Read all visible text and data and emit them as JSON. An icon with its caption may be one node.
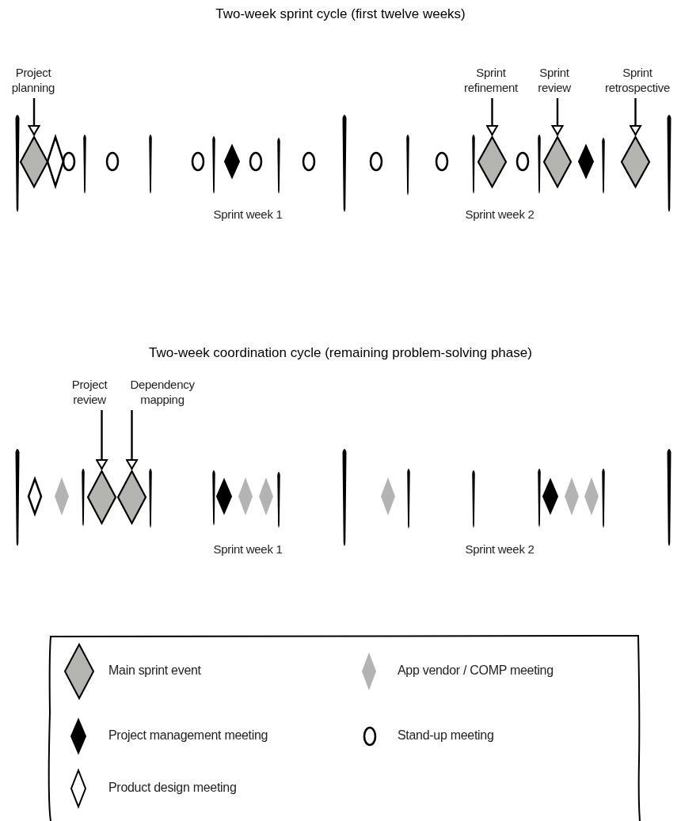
{
  "diagram": {
    "title": "Two-week sprint cycle (first twelve weeks)",
    "nodes": [
      {
        "text": [
          "Project planning"
        ]
      },
      {
        "text": [],
        "shape": "diamond"
      },
      {
        "text": [
          "Sprint refinement"
        ]
      },
      {
        "text": [],
        "shape": "diamond"
      },
      {
        "text": [
          "Sprint review"
        ]
      },
      {
        "text": [],
        "shape": "diamond"
      },
      {
        "text": [
          "Sprint retrospective"
        ]
      },
      {
        "text": [],
        "shape": "diamond"
      },
      {
        "text": [
          "Project review"
        ]
      },
      {
        "text": [],
        "shape": "diamond"
      },
      {
        "text": [
          "Dependency mapping"
        ]
      },
      {
        "text": [],
        "shape": "diamond"
      }
    ],
    "edges": [
      {
        "from": 0,
        "to": 1,
        "arrow": "to"
      },
      {
        "from": 2,
        "to": 3,
        "arrow": "to"
      },
      {
        "from": 4,
        "to": 5,
        "arrow": "to"
      },
      {
        "from": 6,
        "to": 7,
        "arrow": "to"
      },
      {
        "from": 8,
        "to": 9,
        "arrow": "to"
      },
      {
        "from": 10,
        "to": 11,
        "arrow": "to"
      }
    ],
    "labels": [
      "Sprint week 1",
      "Sprint week 2",
      "Two-week coordination cycle (remaining problem-solving phase)",
      "Sprint week 1",
      "Sprint week 2"
    ],
    "legend": [
      {
        "text": "Main sprint event"
      },
      {
        "text": "App vendor / COMP meeting"
      },
      {
        "text": "Project management meeting"
      },
      {
        "text": "Stand-up meeting"
      },
      {
        "text": "Product design meeting"
      }
    ]
  }
}
